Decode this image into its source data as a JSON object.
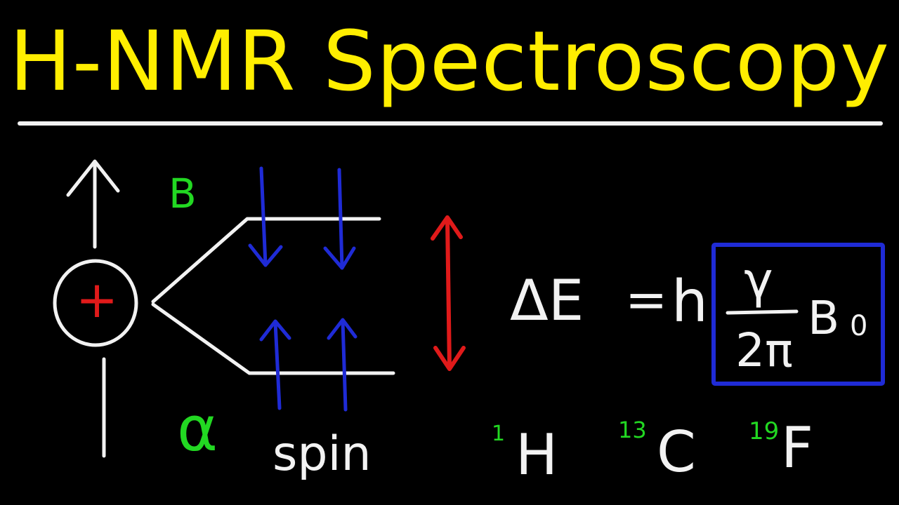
{
  "title": "H-NMR Spectroscopy",
  "colors": {
    "background": "#000000",
    "title": "#ffee00",
    "chalk": "#f2f2f2",
    "green": "#22d822",
    "blue": "#1f2bd6",
    "red": "#e01a1a"
  },
  "labels": {
    "field": "B",
    "alpha": "α",
    "spin": "spin",
    "plus": "+"
  },
  "equation": {
    "lhs": "ΔE",
    "equals": "=",
    "h": "h",
    "numerator": "γ",
    "denominator": "2π",
    "field": "B",
    "field_subscript": "0"
  },
  "isotopes": [
    {
      "mass": "1",
      "symbol": "H"
    },
    {
      "mass": "13",
      "symbol": "C"
    },
    {
      "mass": "19",
      "symbol": "F"
    }
  ]
}
